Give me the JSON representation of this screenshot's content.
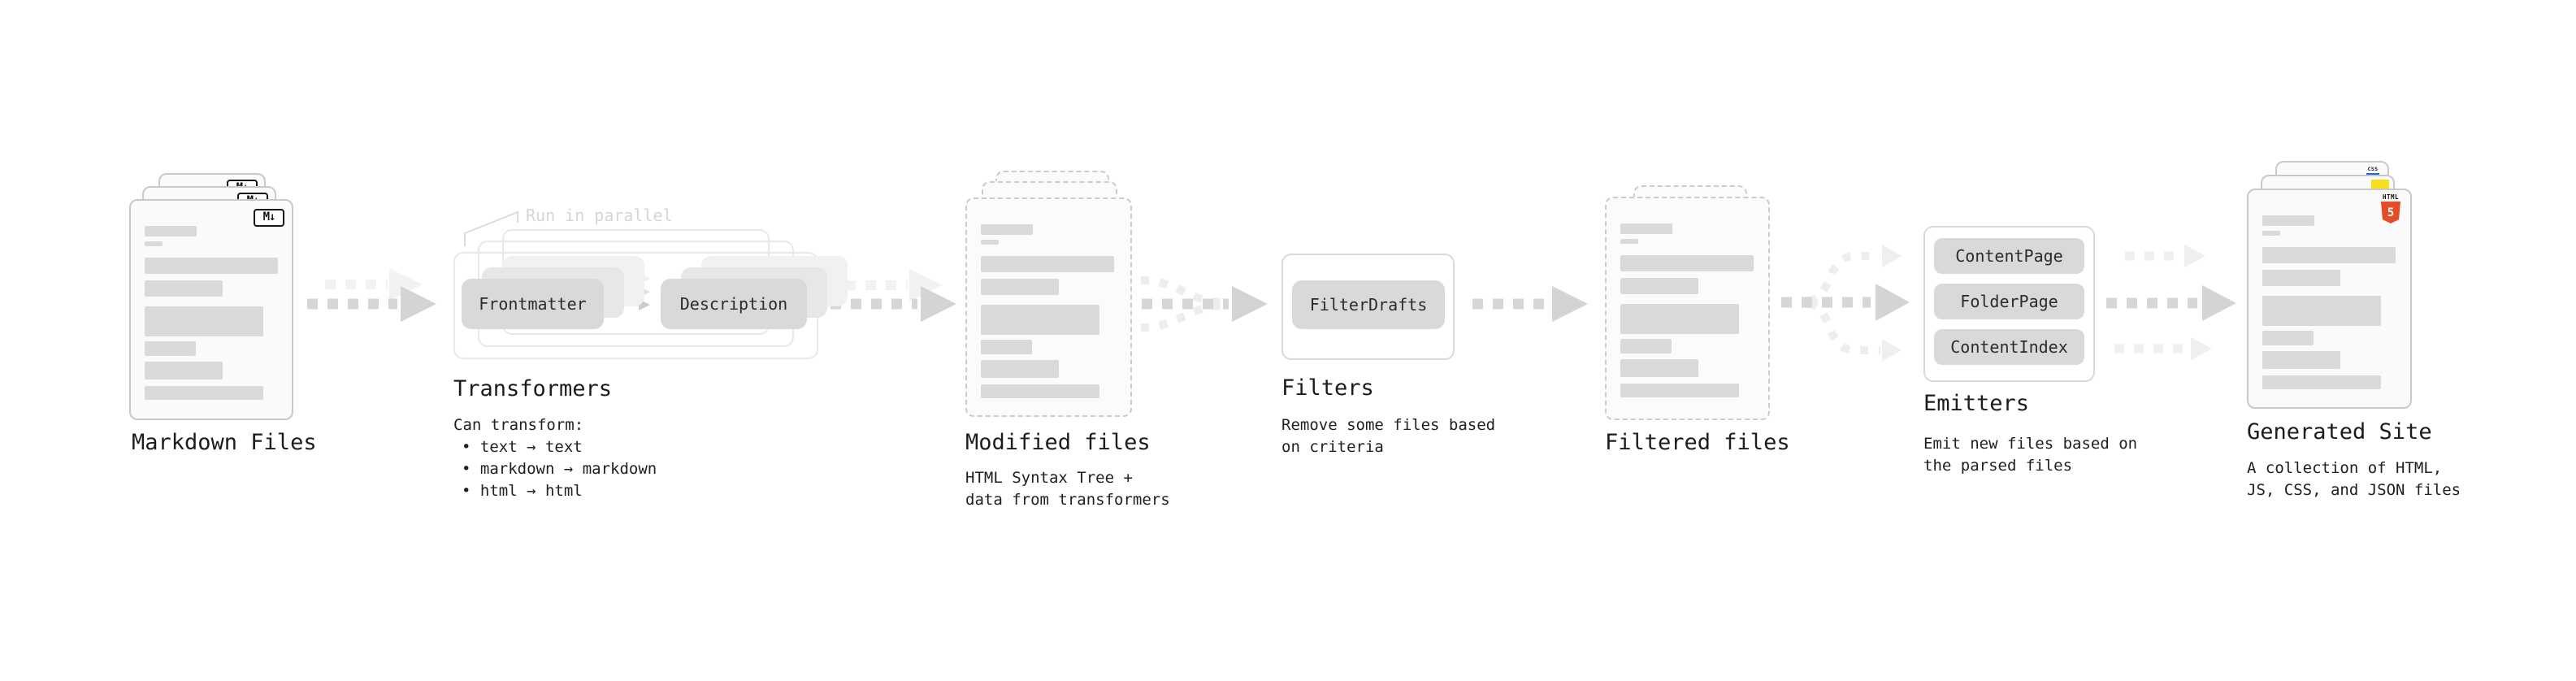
{
  "stages": [
    {
      "title": "Markdown Files"
    },
    {
      "title": "Transformers",
      "note": "Run in parallel",
      "pills": [
        "Frontmatter",
        "Description"
      ],
      "body_heading": "Can transform:",
      "bullets": [
        "• text → text",
        "• markdown → markdown",
        "• html → html"
      ]
    },
    {
      "title": "Modified files",
      "subtitle_lines": [
        "HTML Syntax Tree +",
        "data from transformers"
      ]
    },
    {
      "title": "Filters",
      "subtitle_lines": [
        "Remove some files based",
        "on criteria"
      ],
      "pills": [
        "FilterDrafts"
      ]
    },
    {
      "title": "Filtered files"
    },
    {
      "title": "Emitters",
      "subtitle_lines": [
        "Emit new files based on",
        "the parsed files"
      ],
      "pills": [
        "ContentPage",
        "FolderPage",
        "ContentIndex"
      ]
    },
    {
      "title": "Generated Site",
      "subtitle_lines": [
        "A collection of HTML,",
        "JS, CSS, and JSON files"
      ]
    }
  ],
  "icons": {
    "markdown": "M↓",
    "html5_label": "HTML",
    "html5_glyph": "5",
    "css_label": "CSS"
  },
  "colors": {
    "html5_orange": "#e44d26",
    "js_yellow": "#f7df1e",
    "css_blue": "#2962e9",
    "skeleton_gray": "#d9d9d9",
    "arrow_gray": "#d4d4d4",
    "ghost_arrow_gray": "#f1f1f1"
  }
}
